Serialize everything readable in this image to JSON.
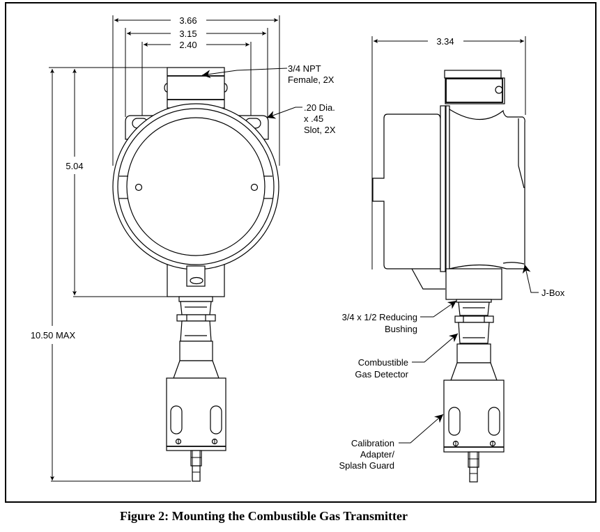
{
  "figure": {
    "caption": "Figure 2: Mounting the Combustible Gas Transmitter"
  },
  "front_view": {
    "dimensions": {
      "overall_width": "3.66",
      "slot_spacing": "3.15",
      "inner_width": "2.40",
      "body_height": "5.04",
      "overall_height": "10.50 MAX"
    },
    "callouts": {
      "npt": [
        "3/4 NPT",
        "Female, 2X"
      ],
      "slot": [
        ".20 Dia.",
        "x .45",
        "Slot, 2X"
      ]
    }
  },
  "side_view": {
    "dimensions": {
      "depth": "3.34"
    },
    "callouts": {
      "jbox": "J-Box",
      "bushing": [
        "3/4 x 1/2 Reducing",
        "Bushing"
      ],
      "detector": [
        "Combustible",
        "Gas Detector"
      ],
      "calibration": [
        "Calibration",
        "Adapter/",
        "Splash Guard"
      ]
    }
  },
  "colors": {
    "line": "#000000",
    "background": "#ffffff"
  }
}
